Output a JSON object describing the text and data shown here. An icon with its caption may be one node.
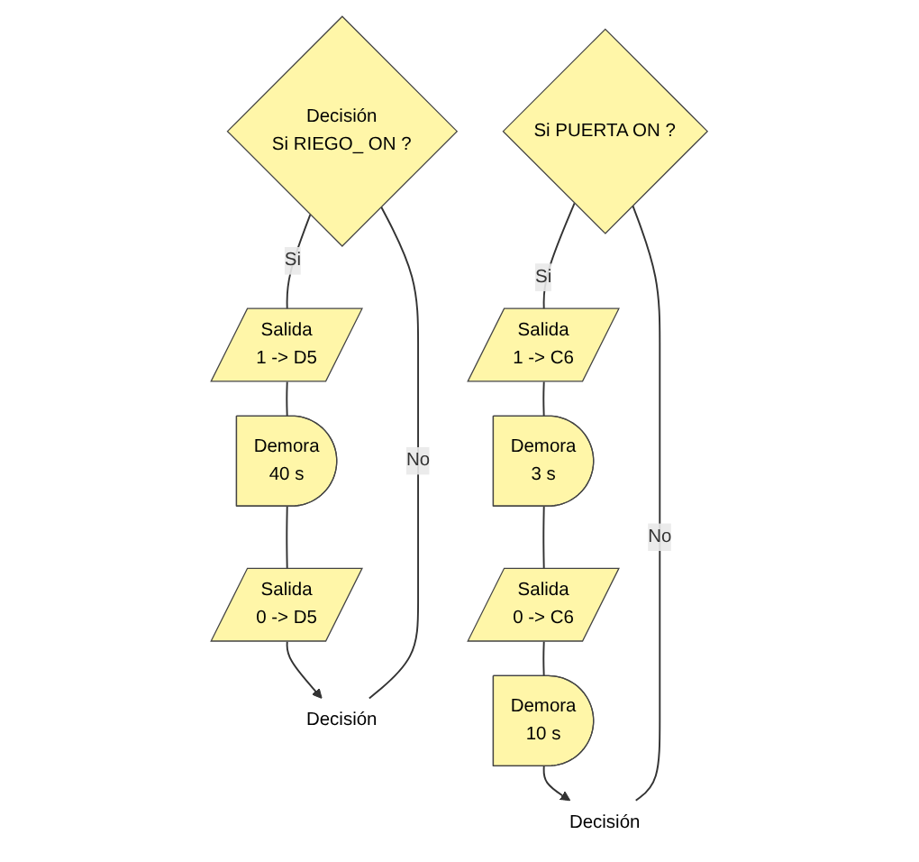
{
  "diagram": {
    "nodes": [
      {
        "text": [
          "Decisión",
          "Si RIEGO_ ON ?"
        ]
      },
      {
        "text": [
          "Salida",
          "1 -> D5"
        ]
      },
      {
        "text": [
          "Demora",
          "40 s"
        ]
      },
      {
        "text": [
          "Salida",
          "0 -> D5"
        ]
      },
      {
        "text": [
          "Decisión"
        ]
      },
      {
        "text": [
          "Si PUERTA ON ?"
        ]
      },
      {
        "text": [
          "Salida",
          "1 -> C6"
        ]
      },
      {
        "text": [
          "Demora",
          "3 s"
        ]
      },
      {
        "text": [
          "Salida",
          "0 -> C6"
        ]
      },
      {
        "text": [
          "Demora",
          "10 s"
        ]
      },
      {
        "text": [
          "Decisión"
        ]
      }
    ],
    "edges": [
      {
        "from": 0,
        "to": 1,
        "label": "Si",
        "arrow": "none"
      },
      {
        "from": 1,
        "to": 2,
        "arrow": "none"
      },
      {
        "from": 2,
        "to": 3,
        "arrow": "none"
      },
      {
        "from": 3,
        "to": 4,
        "arrow": "to"
      },
      {
        "from": 0,
        "to": 4,
        "label": "No",
        "arrow": "none"
      },
      {
        "from": 5,
        "to": 6,
        "label": "Si",
        "arrow": "none"
      },
      {
        "from": 6,
        "to": 7,
        "arrow": "none"
      },
      {
        "from": 7,
        "to": 8,
        "arrow": "none"
      },
      {
        "from": 8,
        "to": 9,
        "arrow": "none"
      },
      {
        "from": 9,
        "to": 10,
        "arrow": "to"
      },
      {
        "from": 5,
        "to": 10,
        "label": "No",
        "arrow": "none"
      }
    ]
  }
}
